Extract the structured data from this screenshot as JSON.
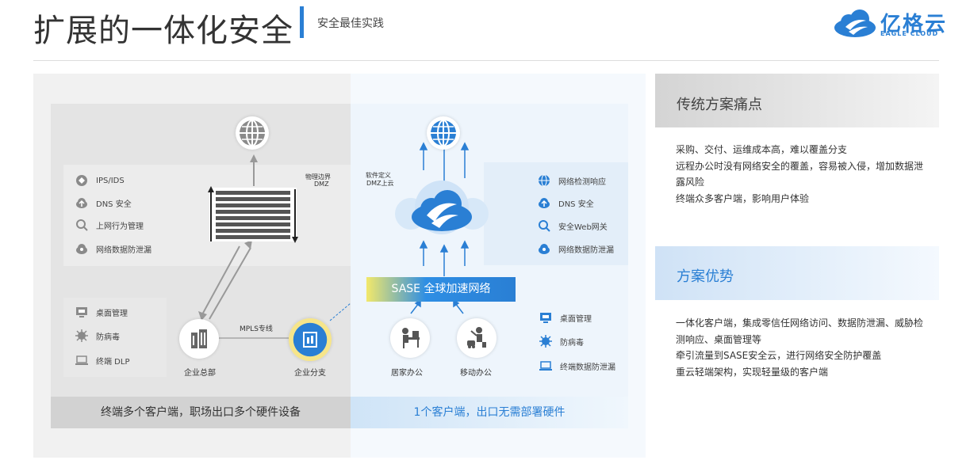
{
  "header": {
    "title": "扩展的一体化安全",
    "subtitle": "安全最佳实践",
    "logo_text": "亿格云",
    "logo_sub": "EAGLE CLOUD"
  },
  "left": {
    "hw_items": [
      "IPS/IDS",
      "DNS 安全",
      "上网行为管理",
      "网络数据防泄漏"
    ],
    "client_items": [
      "桌面管理",
      "防病毒",
      "终端 DLP"
    ],
    "dmz_label": "物理边界",
    "dmz_sub": "DMZ",
    "hq_label": "企业总部",
    "branch_label": "企业分支",
    "mpls_label": "MPLS专线",
    "caption": "终端多个客户端，职场出口多个硬件设备"
  },
  "middle": {
    "sdp_label": "软件定义",
    "sdp_sub": "DMZ上云",
    "cloud_items": [
      "网络检测响应",
      "DNS 安全",
      "安全Web网关",
      "网络数据防泄漏"
    ],
    "client_items": [
      "桌面管理",
      "防病毒",
      "终端数据防泄漏"
    ],
    "sase_label": "SASE 全球加速网络",
    "home_label": "居家办公",
    "mobile_label": "移动办公",
    "caption": "1个客户端，出口无需部署硬件"
  },
  "right": {
    "pain_title": "传统方案痛点",
    "pain_lines": [
      "采购、交付、运维成本高，难以覆盖分支",
      "远程办公时没有网络安全的覆盖，容易被入侵，增加数据泄",
      "露风险",
      "终端众多客户端，影响用户体验"
    ],
    "adv_title": "方案优势",
    "adv_lines": [
      "一体化客户端，集成零信任网络访问、数据防泄漏、威胁检",
      "测响应、桌面管理等",
      "牵引流量到SASE安全云，进行网络安全防护覆盖",
      "重云轻端架构，实现轻量级的客户端"
    ]
  },
  "colors": {
    "accent": "#2a7fd4",
    "gray_icon": "#8a8a8a"
  }
}
